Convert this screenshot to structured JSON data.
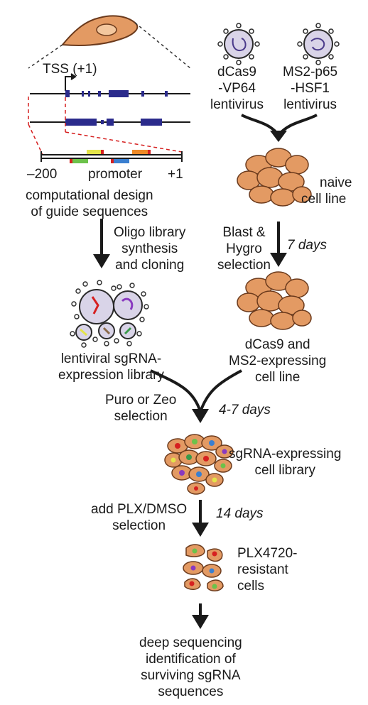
{
  "labels": {
    "tss": "TSS (+1)",
    "axis_start": "–200",
    "axis_promoter": "promoter",
    "axis_end": "+1",
    "comp_design": [
      "computational design",
      "of guide sequences"
    ],
    "dcas9": [
      "dCas9",
      "-VP64",
      "lentivirus"
    ],
    "ms2": [
      "MS2-p65",
      "-HSF1",
      "lentivirus"
    ],
    "naive": [
      "naive",
      "cell line"
    ],
    "oligo": [
      "Oligo library",
      "synthesis",
      "and cloning"
    ],
    "blast": [
      "Blast &",
      "Hygro",
      "selection"
    ],
    "seven_days": "7 days",
    "lenti_lib": [
      "lentiviral sgRNA-",
      "expression library"
    ],
    "dcas9_cells": [
      "dCas9 and",
      "MS2-expressing",
      "cell line"
    ],
    "puro": [
      "Puro or Zeo",
      "selection"
    ],
    "four_seven": "4-7 days",
    "sgrna_lib": [
      "sgRNA-expressing",
      "cell library"
    ],
    "plx_sel": [
      "add PLX/DMSO",
      "selection"
    ],
    "fourteen": "14 days",
    "resistant": [
      "PLX4720-",
      "resistant",
      "cells"
    ],
    "deep_seq": [
      "deep sequencing",
      "identification of",
      "surviving sgRNA",
      "sequences"
    ]
  },
  "colors": {
    "cell_fill": "#e39a63",
    "cell_stroke": "#6b3a1c",
    "exon": "#2b2b8c",
    "tss_marker": "#2b2b8c",
    "zoom_lines": "#d62020",
    "virus_fill": "#d9d4e8",
    "virus_stroke": "#2a2a2a",
    "arrow": "#1a1a1a"
  }
}
